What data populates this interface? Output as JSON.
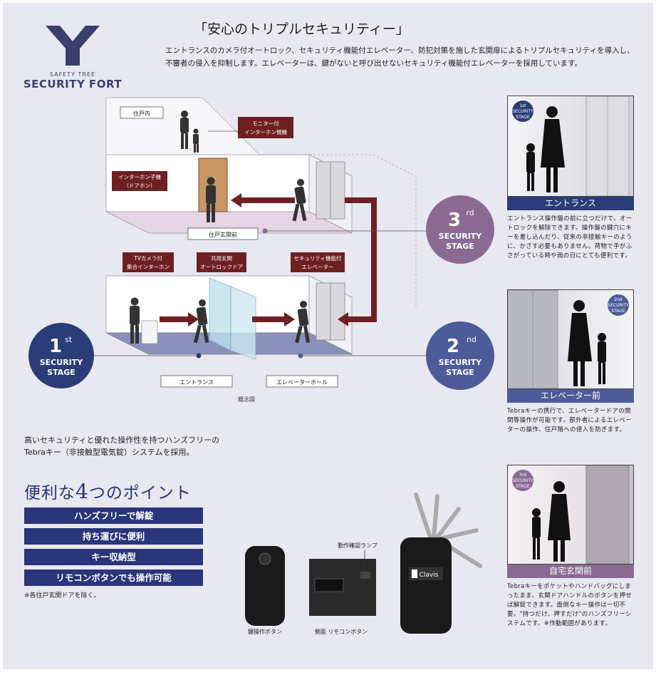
{
  "logo": {
    "sub": "SAFETY TREE",
    "main": "SECURITY FORT"
  },
  "headline": "「安心のトリプルセキュリティー」",
  "intro": "エントランスのカメラ付オートロック、セキュリティ機能付エレベーター、防犯対策を施した玄関扉によるトリプルセキュリティを導入し、不審者の侵入を抑制します。エレベーターは、鍵がないと呼び出せないセキュリティ機能付エレベーターを採用しています。",
  "diagram": {
    "labels": {
      "unit_interior": "住戸内",
      "monitor_intercom": [
        "モニター付",
        "インターホン親機"
      ],
      "intercom_door": [
        "インターホン子機",
        "（ドアホン）"
      ],
      "unit_entrance": "住戸玄関前",
      "tv_camera": [
        "TVカメラ付",
        "集合インターホン"
      ],
      "common_door": [
        "共用玄関",
        "オートロックドア"
      ],
      "secure_elevator": [
        "セキュリティ機能付",
        "エレベーター"
      ],
      "entrance": "エントランス",
      "elevator_hall": "エレベーターホール",
      "concept": "概念図"
    },
    "stages": {
      "first": {
        "num": "1",
        "sup": "st",
        "l1": "SECURITY",
        "l2": "STAGE",
        "color": "#2a3d78"
      },
      "second": {
        "num": "2",
        "sup": "nd",
        "l1": "SECURITY",
        "l2": "STAGE",
        "color": "#4d5b9a"
      },
      "third": {
        "num": "3",
        "sup": "rd",
        "l1": "SECURITY",
        "l2": "STAGE",
        "color": "#8a6a92"
      }
    },
    "colors": {
      "arrow": "#6e1f22",
      "callout": "#6e1f22",
      "floor_upper": "#e4d4e4",
      "floor_lower": "#8a90bc"
    }
  },
  "panels": [
    {
      "badge": [
        "1st",
        "SECURITY",
        "STAGE"
      ],
      "caption": "エントランス",
      "cap_color": "#2a3d78",
      "desc": "エントランス操作盤の前に立つだけで、オートロックを解除できます。操作盤の鍵穴にキーを差し込んだり、従来の非接触キーのように、かざす必要もありません。荷物で手がふさがっている時や雨の日にとても便利です。"
    },
    {
      "badge": [
        "2nd",
        "SECURITY",
        "STAGE"
      ],
      "caption": "エレベーター前",
      "cap_color": "#4d5b9a",
      "desc": "Tebraキーの携行で、エレベータードアの開閉等操作が可能です。部外者によるエレベーターの操作、住戸階への侵入を防ぎます。"
    },
    {
      "badge": [
        "3rd",
        "SECURITY",
        "STAGE"
      ],
      "caption": "自宅玄関前",
      "cap_color": "#8a6a92",
      "desc": "Tebraキーをポケットやハンドバッグにしまったまま、玄関ドアハンドルのボタンを押せば解錠できます。面倒なキー操作は一切不要。\"持つだけ、押すだけ\"のハンズフリーシステムです。※作動範囲があります。"
    }
  ],
  "tebra": {
    "line1": "高いセキュリティと優れた操作性を持つハンズフリーの",
    "line2": "Tebraキー（非接触型電気錠）システムを採用。"
  },
  "points": {
    "title_pre": "便利な",
    "title_num": "4",
    "title_post": "つのポイント",
    "items": [
      "ハンズフリーで解錠",
      "持ち運びに便利",
      "キー収納型",
      "リモコンボタンでも操作可能"
    ],
    "note": "※各住戸玄関ドアを除く。"
  },
  "key": {
    "lamp": "動作確認ランプ",
    "lock_button": "鍵操作ボタン",
    "side_remote": "側面 リモコンボタン",
    "brand": "Clavis"
  }
}
